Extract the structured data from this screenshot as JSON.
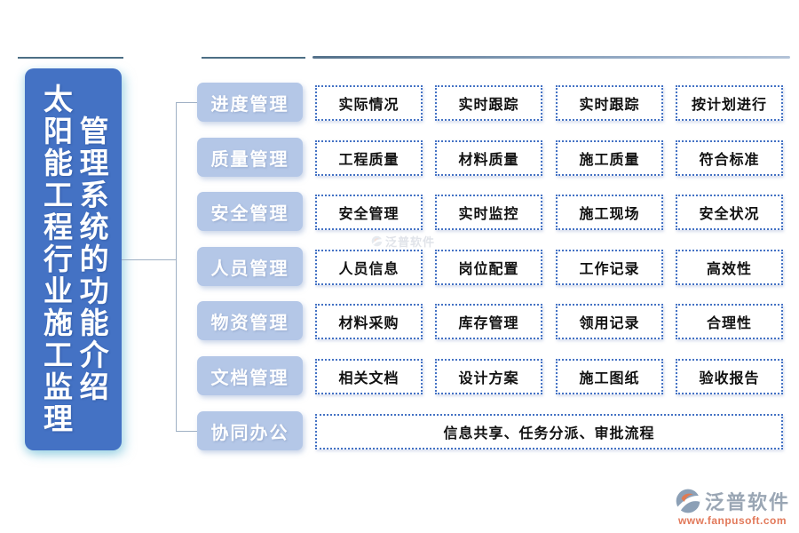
{
  "title_panel": {
    "column1": "太阳能工程行业施工监理",
    "column2": "管理系统的功能介绍",
    "bg_color": "#4472c4",
    "text_color": "#ffffff"
  },
  "rows": [
    {
      "label": "进度管理",
      "items": [
        "实际情况",
        "实时跟踪",
        "实时跟踪",
        "按计划进行"
      ]
    },
    {
      "label": "质量管理",
      "items": [
        "工程质量",
        "材料质量",
        "施工质量",
        "符合标准"
      ]
    },
    {
      "label": "安全管理",
      "items": [
        "安全管理",
        "实时监控",
        "施工现场",
        "安全状况"
      ]
    },
    {
      "label": "人员管理",
      "items": [
        "人员信息",
        "岗位配置",
        "工作记录",
        "高效性"
      ]
    },
    {
      "label": "物资管理",
      "items": [
        "材料采购",
        "库存管理",
        "领用记录",
        "合理性"
      ]
    },
    {
      "label": "文档管理",
      "items": [
        "相关文档",
        "设计方案",
        "施工图纸",
        "验收报告"
      ]
    },
    {
      "label": "协同办公",
      "items": [
        "信息共享、任务分派、审批流程"
      ]
    }
  ],
  "colors": {
    "category_bg": "#b4c7e7",
    "box_border": "#4472c4",
    "connector": "#9fb0c4",
    "divider_line": "#4d6f85",
    "logo_orange": "#e07b52",
    "logo_gray": "#9aa6b4"
  },
  "watermark": {
    "text": "泛普软件"
  },
  "branding": {
    "logo_text": "泛普软件",
    "logo_url": "www.fanpusoft.com"
  }
}
